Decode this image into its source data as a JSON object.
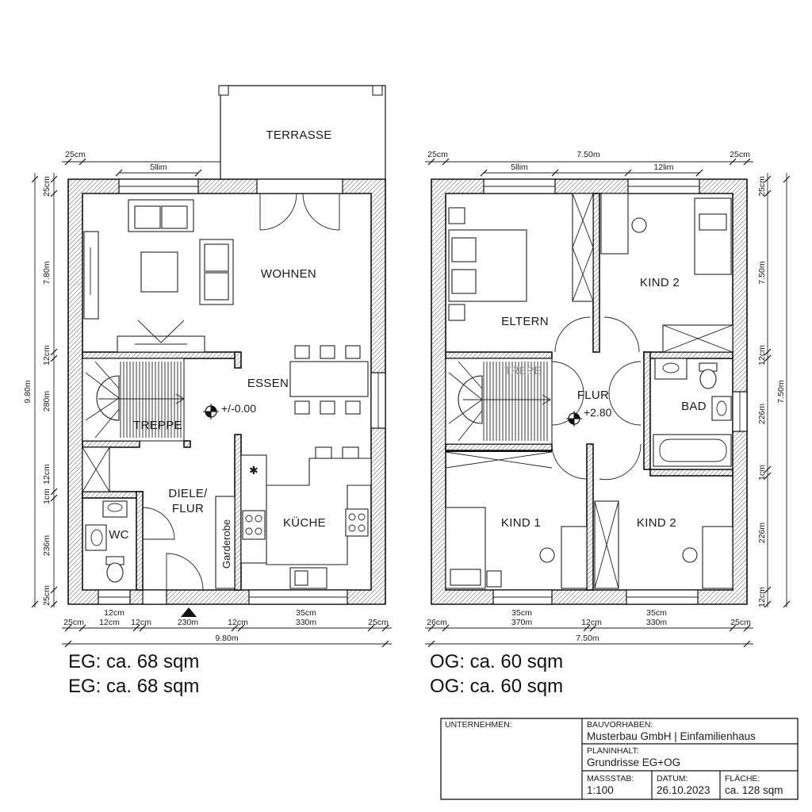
{
  "plans": {
    "eg": {
      "rooms": {
        "terrasse": "TERRASSE",
        "wohnen": "WOHNEN",
        "essen": "ESSEN",
        "treppe": "TREPPE",
        "diele_1": "DIELE/",
        "diele_2": "FLUR",
        "wc": "WC",
        "kueche": "KÜCHE",
        "garderobe": "Garderobe"
      },
      "level": "+/-0.00",
      "dims": {
        "top_left": "25cm",
        "top_window": "5llim",
        "left_1": "25cm",
        "left_2": "7.80m",
        "left_3": "12cm",
        "left_4": "280m",
        "left_5": "12cm",
        "left_6": "1cm",
        "left_7": "236m",
        "left_8": "25cm",
        "left_total": "9.80m",
        "bot_1a": "12cm",
        "bot_1b": "12cm",
        "bot_0": "25cm",
        "bot_2": "12cm",
        "bot_3": "230m",
        "bot_4": "12cm",
        "bot_5a": "35cm",
        "bot_5b": "330m",
        "bot_6": "25cm",
        "bot_total": "9.80m"
      },
      "area_1": "EG: ca. 68 sqm",
      "area_2": "EG: ca. 68 sqm"
    },
    "og": {
      "rooms": {
        "eltern": "ELTERN",
        "kind2_top": "KIND 2",
        "flur": "FLUR",
        "bad": "BAD",
        "kind1": "KIND 1",
        "kind2_bot": "KIND 2",
        "treppe_ghost": "TREPE"
      },
      "level": "+2.80",
      "dims": {
        "top_left": "25cm",
        "top_mid": "7.50m",
        "top_right": "25cm",
        "win_1": "5llim",
        "win_2": "12lim",
        "right_1": "25cm",
        "right_2": "7.50m",
        "right_3": "12cm",
        "right_4": "226m",
        "right_5": "1cm",
        "right_6": "226m",
        "right_7": "12cm",
        "right_total": "7.50m",
        "bot_0": "26cm",
        "bot_1a": "35cm",
        "bot_1b": "370m",
        "bot_2": "12cm",
        "bot_3a": "35cm",
        "bot_3b": "330m",
        "bot_4": "25cm",
        "bot_total": "7.50m"
      },
      "area_1": "OG: ca. 60 sqm",
      "area_2": "OG: ca. 60 sqm"
    }
  },
  "title_block": {
    "unternehmen_label": "UNTERNEHMEN:",
    "bauvorhaben_label": "BAUVORHABEN:",
    "bauvorhaben_value": "Musterbau GmbH | Einfamilienhaus",
    "planinhalt_label": "PLANINHALT:",
    "planinhalt_value": "Grundrisse EG+OG",
    "massstab_label": "MASSSTAB:",
    "massstab_value": "1:100",
    "datum_label": "DATUM:",
    "datum_value": "26.10.2023",
    "flaeche_label": "FLÄCHE:",
    "flaeche_value": "ca. 128 sqm"
  }
}
